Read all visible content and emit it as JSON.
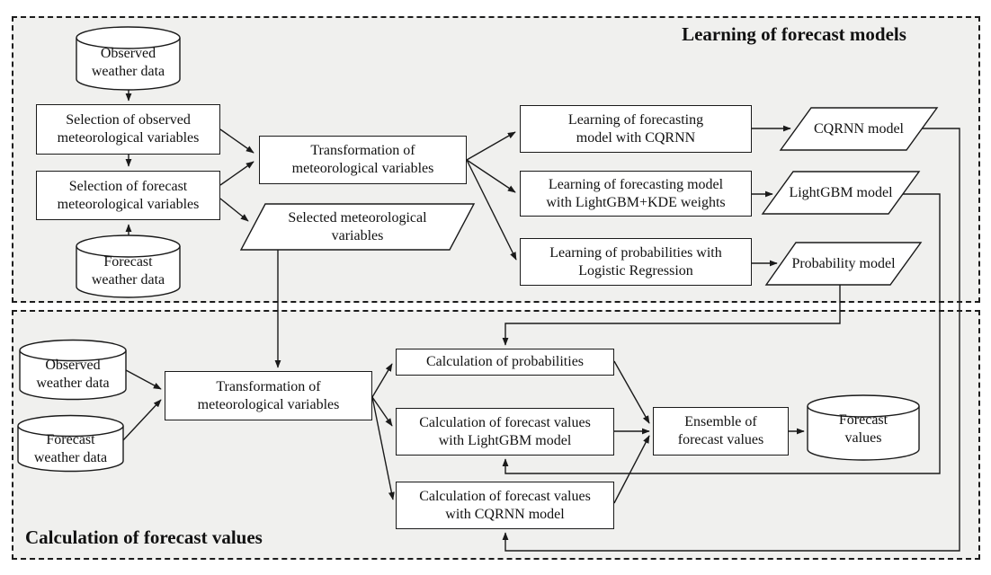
{
  "diagram": {
    "sections": {
      "learning": {
        "title": "Learning of forecast models"
      },
      "calculation": {
        "title": "Calculation of forecast values"
      }
    },
    "nodes": {
      "cyl_observed_top": "Observed\nweather data",
      "cyl_forecast_top": "Forecast\nweather data",
      "sel_observed": "Selection of observed\nmeteorological variables",
      "sel_forecast": "Selection of forecast\nmeteorological variables",
      "transform_top": "Transformation of\nmeteorological variables",
      "selected_vars": "Selected meteorological\nvariables",
      "learn_cqrnn": "Learning of forecasting\nmodel with CQRNN",
      "learn_lightgbm": "Learning of forecasting model\nwith LightGBM+KDE weights",
      "learn_logistic": "Learning of probabilities with\nLogistic Regression",
      "cqrnn_model": "CQRNN model",
      "lightgbm_model": "LightGBM model",
      "prob_model": "Probability model",
      "cyl_observed_bottom": "Observed\nweather data",
      "cyl_forecast_bottom": "Forecast\nweather data",
      "transform_bottom": "Transformation of\nmeteorological variables",
      "calc_prob": "Calculation of probabilities",
      "calc_lightgbm": "Calculation of forecast values\nwith LightGBM model",
      "calc_cqrnn": "Calculation of forecast values\nwith CQRNN model",
      "ensemble": "Ensemble of\nforecast values",
      "cyl_forecast_values": "Forecast\nvalues"
    },
    "colors": {
      "section_background": "#f0f0ee",
      "node_fill": "#ffffff",
      "line": "#1a1a1a"
    }
  }
}
